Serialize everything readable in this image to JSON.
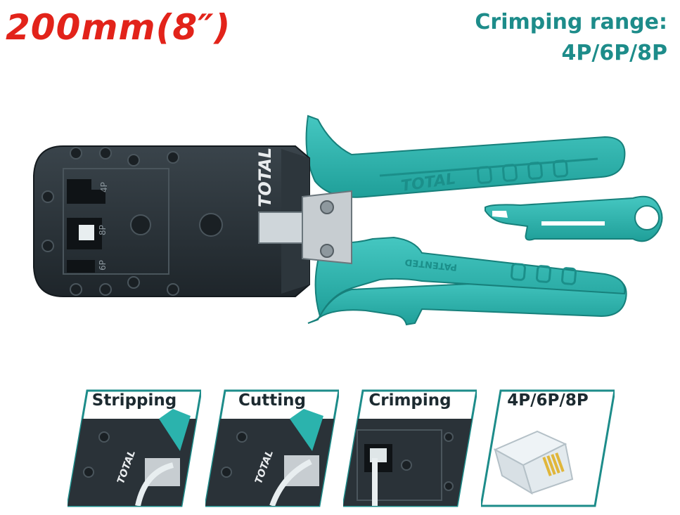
{
  "product": {
    "size_label": "200mm(8″)",
    "crimping_range_title": "Crimping range:",
    "crimping_range_value": "4P/6P/8P",
    "brand_text": "TOTAL",
    "handle_text": "PATENTED",
    "die_labels": [
      "4P",
      "8P",
      "6P"
    ]
  },
  "panels": [
    {
      "label": "Stripping",
      "icon": "stripping-photo"
    },
    {
      "label": "Cutting",
      "icon": "cutting-photo"
    },
    {
      "label": "Crimping",
      "icon": "crimping-photo"
    },
    {
      "label": "4P/6P/8P",
      "icon": "rj45-connector-photo"
    }
  ],
  "colors": {
    "accent_red": "#e2231a",
    "teal": "#2bb3ad",
    "teal_dark": "#1d8c8a",
    "steel": "#2a3238",
    "panel_border": "#1d8c8a"
  }
}
